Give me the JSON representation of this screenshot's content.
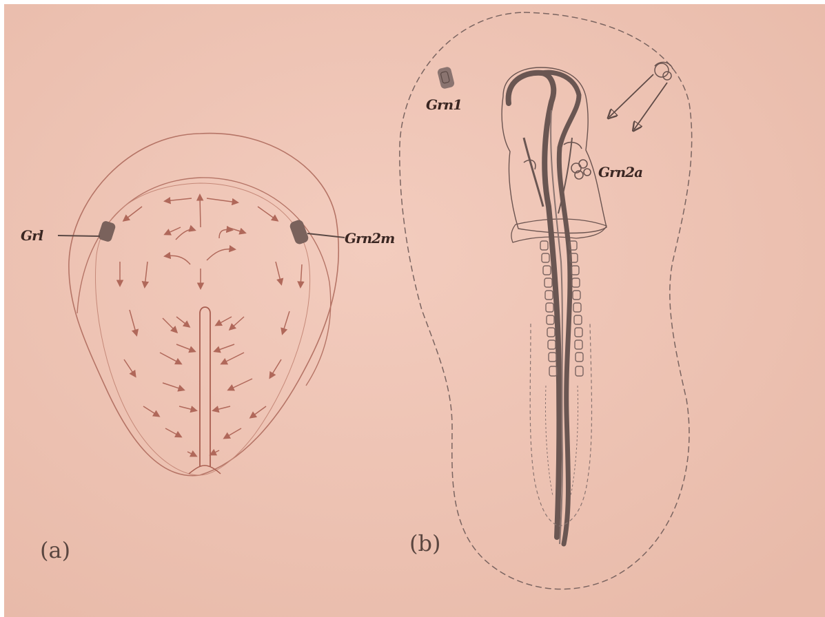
{
  "panels": [
    {
      "id": "a",
      "label": "(a)",
      "labels": [
        "Grl",
        "Grn2m"
      ]
    },
    {
      "id": "b",
      "label": "(b)",
      "labels": [
        "Grn1",
        "Grn2a"
      ]
    }
  ],
  "colors": {
    "paper": "#f0c8ba",
    "ink_light": "#b86e60",
    "ink_dark": "#6b5450",
    "marker": "#7a625c"
  }
}
